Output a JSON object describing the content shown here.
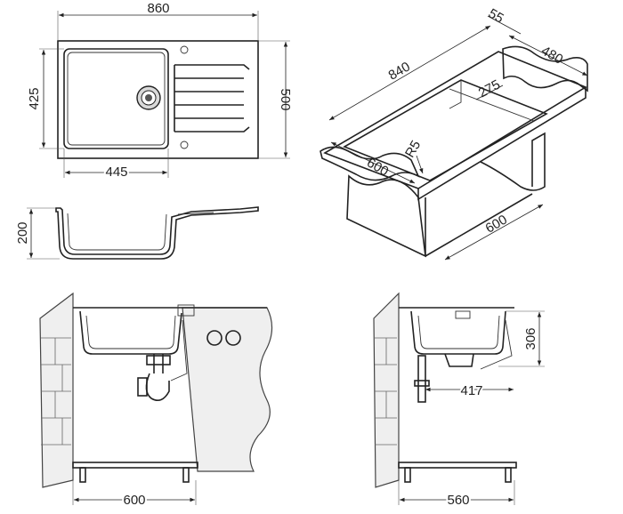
{
  "dimensions": {
    "top_width": "860",
    "left_height": "425",
    "right_height": "500",
    "bowl_width": "445",
    "side_height": "200",
    "iso_lip": "55",
    "iso_depth": "480",
    "iso_length": "840",
    "iso_cutout": "275",
    "iso_radius": "R5",
    "iso_front": "600",
    "iso_cabinet": "600",
    "front_cabinet": "600",
    "side_cabinet": "560",
    "side_depth": "306",
    "side_offset": "417"
  }
}
